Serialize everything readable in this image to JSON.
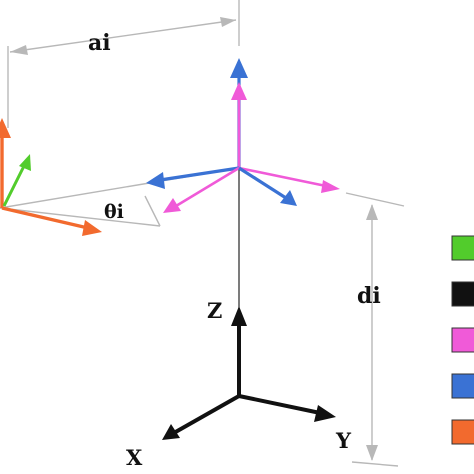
{
  "frame_labels": {
    "z": "Z",
    "x": "X",
    "y": "Y"
  },
  "parameter_labels": {
    "link_length": "ai",
    "link_offset": "di",
    "joint_angle": "θi"
  },
  "colors": {
    "green": "#52cc2c",
    "black": "#111111",
    "magenta": "#f05ad8",
    "blue": "#3a72d4",
    "orange": "#f26a2e",
    "dimension_grey": "#b8b8b8"
  },
  "legend": {
    "swatches": [
      {
        "name": "green",
        "color": "#52cc2c"
      },
      {
        "name": "black",
        "color": "#111111"
      },
      {
        "name": "magenta",
        "color": "#f05ad8"
      },
      {
        "name": "blue",
        "color": "#3a72d4"
      },
      {
        "name": "orange",
        "color": "#f26a2e"
      }
    ]
  }
}
